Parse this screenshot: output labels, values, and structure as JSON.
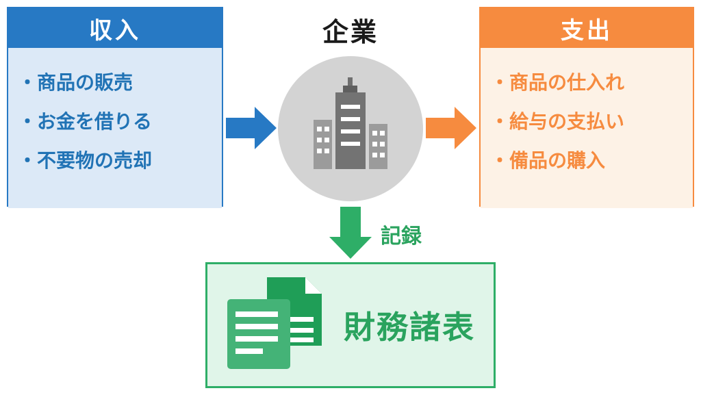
{
  "diagram": {
    "company_label": "企業",
    "record_label": "記録",
    "income": {
      "title": "収入",
      "items": [
        "・商品の販売",
        "・お金を借りる",
        "・不要物の売却"
      ]
    },
    "expense": {
      "title": "支出",
      "items": [
        "・商品の仕入れ",
        "・給与の支払い",
        "・備品の購入"
      ]
    },
    "statements": {
      "title": "財務諸表"
    },
    "colors": {
      "blue": "#2779c4",
      "blue_light": "#dce9f7",
      "orange": "#f68b3f",
      "orange_light": "#fdf2e6",
      "green": "#2eae67",
      "green_light": "#e0f5e9",
      "circle_gray": "#d3d3d3"
    }
  }
}
